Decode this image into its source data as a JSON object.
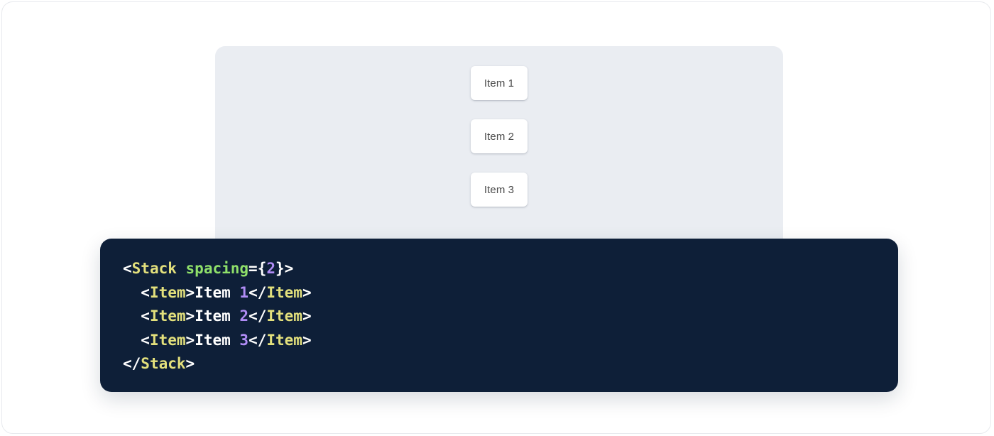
{
  "preview": {
    "panel_background": "#eaedf2",
    "stack": {
      "component": "Stack",
      "spacing": 2,
      "items": [
        {
          "label": "Item 1"
        },
        {
          "label": "Item 2"
        },
        {
          "label": "Item 3"
        }
      ]
    }
  },
  "code": {
    "language": "jsx",
    "background": "#0e1f38",
    "colors": {
      "punctuation": "#ffffff",
      "tag": "#e3e07c",
      "attribute": "#8fe06a",
      "number": "#b08cf5",
      "text": "#ffffff"
    },
    "lines": [
      {
        "indent": "",
        "tokens": [
          {
            "t": "punct",
            "v": "<"
          },
          {
            "t": "tag",
            "v": "Stack"
          },
          {
            "t": "text",
            "v": " "
          },
          {
            "t": "attr",
            "v": "spacing"
          },
          {
            "t": "punct",
            "v": "={"
          },
          {
            "t": "num",
            "v": "2"
          },
          {
            "t": "punct",
            "v": "}>"
          }
        ]
      },
      {
        "indent": "  ",
        "tokens": [
          {
            "t": "punct",
            "v": "<"
          },
          {
            "t": "tag",
            "v": "Item"
          },
          {
            "t": "punct",
            "v": ">"
          },
          {
            "t": "text",
            "v": "Item "
          },
          {
            "t": "num",
            "v": "1"
          },
          {
            "t": "punct",
            "v": "</"
          },
          {
            "t": "tag",
            "v": "Item"
          },
          {
            "t": "punct",
            "v": ">"
          }
        ]
      },
      {
        "indent": "  ",
        "tokens": [
          {
            "t": "punct",
            "v": "<"
          },
          {
            "t": "tag",
            "v": "Item"
          },
          {
            "t": "punct",
            "v": ">"
          },
          {
            "t": "text",
            "v": "Item "
          },
          {
            "t": "num",
            "v": "2"
          },
          {
            "t": "punct",
            "v": "</"
          },
          {
            "t": "tag",
            "v": "Item"
          },
          {
            "t": "punct",
            "v": ">"
          }
        ]
      },
      {
        "indent": "  ",
        "tokens": [
          {
            "t": "punct",
            "v": "<"
          },
          {
            "t": "tag",
            "v": "Item"
          },
          {
            "t": "punct",
            "v": ">"
          },
          {
            "t": "text",
            "v": "Item "
          },
          {
            "t": "num",
            "v": "3"
          },
          {
            "t": "punct",
            "v": "</"
          },
          {
            "t": "tag",
            "v": "Item"
          },
          {
            "t": "punct",
            "v": ">"
          }
        ]
      },
      {
        "indent": "",
        "tokens": [
          {
            "t": "punct",
            "v": "</"
          },
          {
            "t": "tag",
            "v": "Stack"
          },
          {
            "t": "punct",
            "v": ">"
          }
        ]
      }
    ]
  }
}
